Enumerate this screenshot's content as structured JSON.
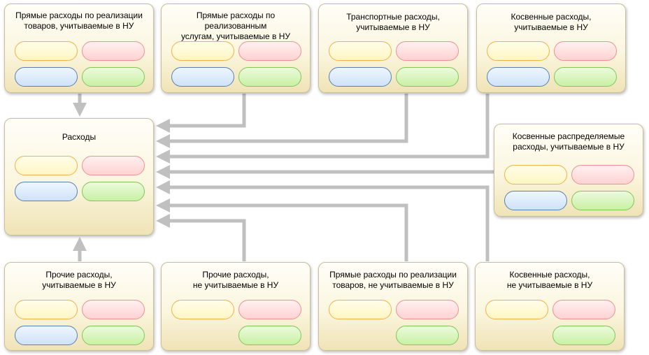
{
  "colors": {
    "arrow": "#c0c0c0",
    "card_border": "#c9bf9a",
    "pill_yellow": "#fff6c4",
    "pill_red": "#ffd2d2",
    "pill_blue": "#cfe2f7",
    "pill_green": "#c9f0a4"
  },
  "cards": {
    "direct_goods_nu": {
      "title": "Прямые расходы по реализации\nтоваров, учитываемые в НУ",
      "pills": [
        "yellow",
        "red",
        "blue",
        "green"
      ]
    },
    "direct_services_nu": {
      "title": "Прямые расходы по реализованным\nуслугам, учитываемые в НУ",
      "pills": [
        "yellow",
        "red",
        "blue",
        "green"
      ]
    },
    "transport_nu": {
      "title": "Транспортные расходы,\nучитываемые в НУ",
      "pills": [
        "yellow",
        "red",
        "blue",
        "green"
      ]
    },
    "indirect_nu": {
      "title": "Косвенные расходы,\nучитываемые в НУ",
      "pills": [
        "yellow",
        "red",
        "blue",
        "green"
      ]
    },
    "expenses": {
      "title": "Расходы",
      "pills": [
        "yellow",
        "red",
        "blue",
        "green"
      ]
    },
    "indirect_distributed_nu": {
      "title": "Косвенные распределяемые\nрасходы, учитываемые в НУ",
      "pills": [
        "yellow",
        "red",
        "blue",
        "green"
      ]
    },
    "other_nu": {
      "title": "Прочие расходы,\nучитываемые в НУ",
      "pills": [
        "yellow",
        "red",
        "blue",
        "green"
      ]
    },
    "other_not_nu": {
      "title": "Прочие расходы,\nне учитываемые в НУ",
      "pills": [
        "yellow",
        "red",
        "green"
      ]
    },
    "direct_goods_not_nu": {
      "title": "Прямые расходы по реализации\nтоваров, не учитываемые в НУ",
      "pills": [
        "yellow",
        "red",
        "green"
      ]
    },
    "indirect_not_nu": {
      "title": "Косвенные расходы,\nне учитываемые в НУ",
      "pills": [
        "yellow",
        "red",
        "green"
      ]
    }
  }
}
